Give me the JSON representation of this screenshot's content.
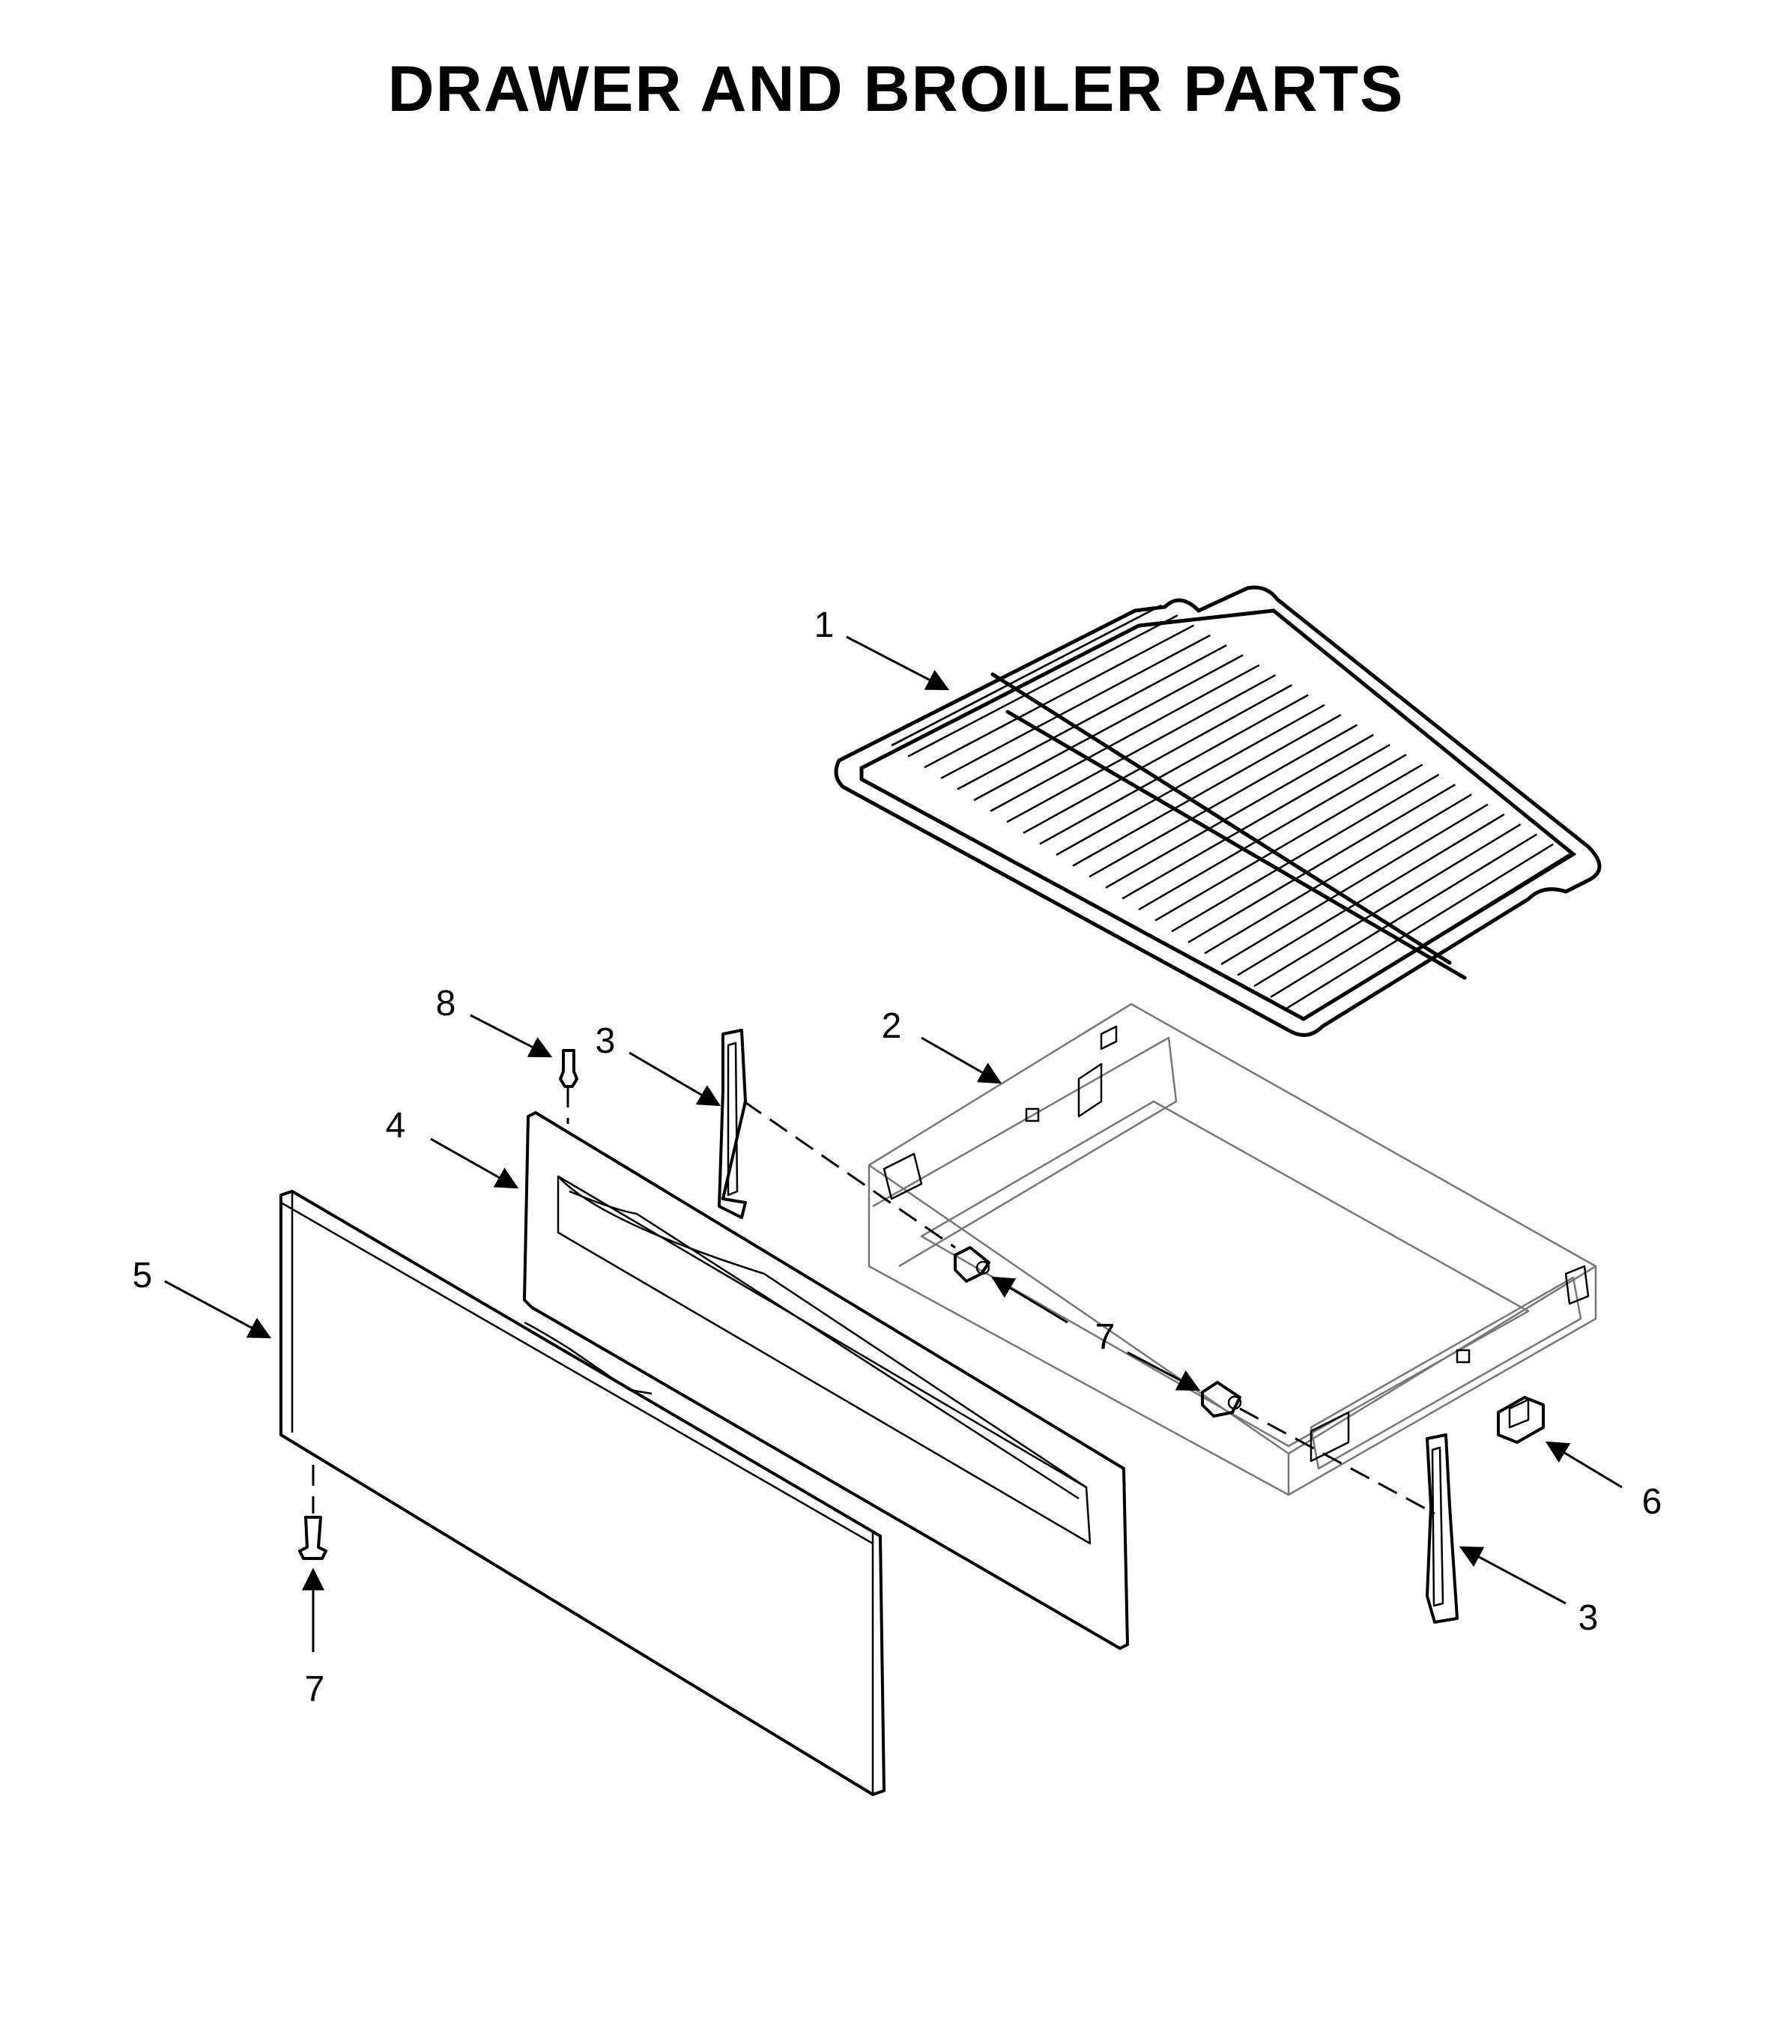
{
  "title": "DRAWER AND BROILER PARTS",
  "callouts": [
    "1",
    "2",
    "3",
    "3",
    "4",
    "5",
    "6",
    "7",
    "7",
    "8"
  ],
  "parts": [
    {
      "callout": "1",
      "icon": "oven-rack-icon"
    },
    {
      "callout": "2",
      "icon": "drawer-pan-icon"
    },
    {
      "callout": "3",
      "icon": "drawer-slide-icon"
    },
    {
      "callout": "4",
      "icon": "drawer-inner-panel-icon"
    },
    {
      "callout": "5",
      "icon": "drawer-front-panel-icon"
    },
    {
      "callout": "6",
      "icon": "clip-icon"
    },
    {
      "callout": "7",
      "icon": "screw-icon"
    },
    {
      "callout": "8",
      "icon": "screw-icon"
    }
  ]
}
